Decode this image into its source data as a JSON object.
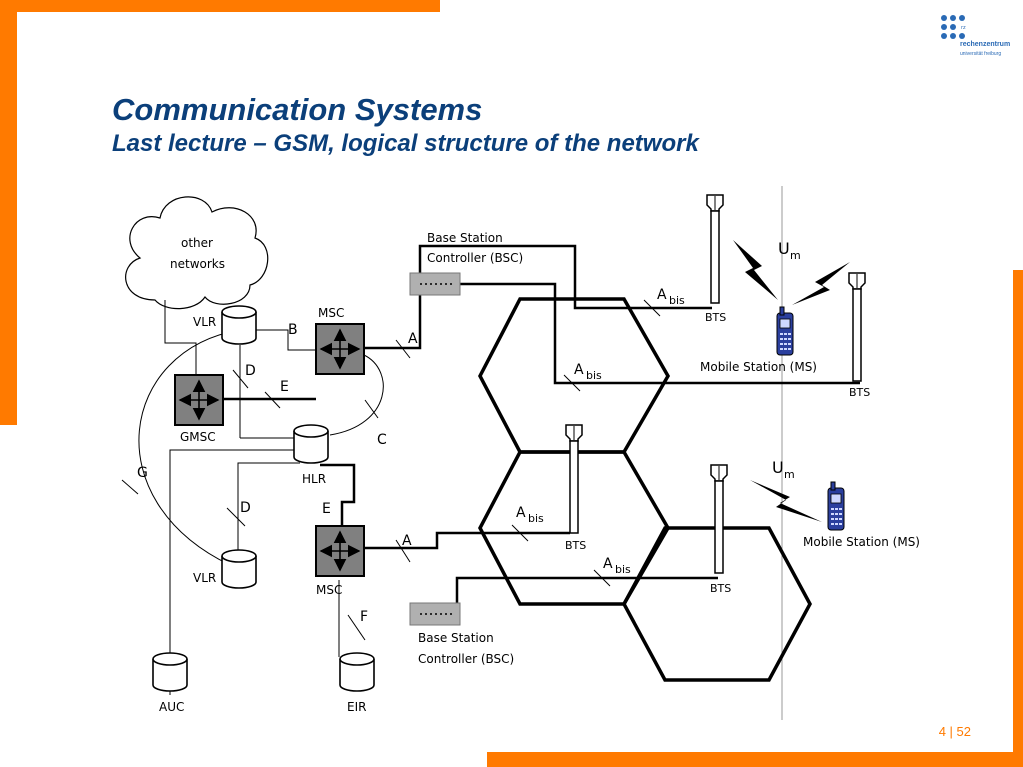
{
  "slide": {
    "title": "Communication Systems",
    "subtitle": "Last lecture – GSM, logical structure of the network",
    "page": "4 | 52",
    "logo": {
      "line1": "rechenzentrum",
      "line2": "universität freiburg",
      "mark": "rz"
    }
  },
  "colors": {
    "accent": "#ff7a00",
    "title": "#0b3f7a",
    "logo": "#2a6ab5",
    "node": "#808080",
    "phone": "#2b3f9e"
  },
  "diagram": {
    "cloud": {
      "line1": "other",
      "line2": "networks"
    },
    "vlr_top": "VLR",
    "vlr_bottom": "VLR",
    "msc_top": "MSC",
    "msc_bottom": "MSC",
    "gmsc": "GMSC",
    "hlr": "HLR",
    "auc": "AUC",
    "eir": "EIR",
    "bsc_top": {
      "line1": "Base Station",
      "line2": "Controller (BSC)"
    },
    "bsc_bottom": {
      "line1": "Base Station",
      "line2": "Controller (BSC)"
    },
    "bts": "BTS",
    "ms_top": "Mobile Station (MS)",
    "ms_bottom": "Mobile Station (MS)",
    "interfaces": {
      "A": "A",
      "B": "B",
      "C": "C",
      "D": "D",
      "E": "E",
      "F": "F",
      "G": "G",
      "abis_base": "A",
      "abis_sub": "bis",
      "um_base": "U",
      "um_sub": "m"
    }
  }
}
